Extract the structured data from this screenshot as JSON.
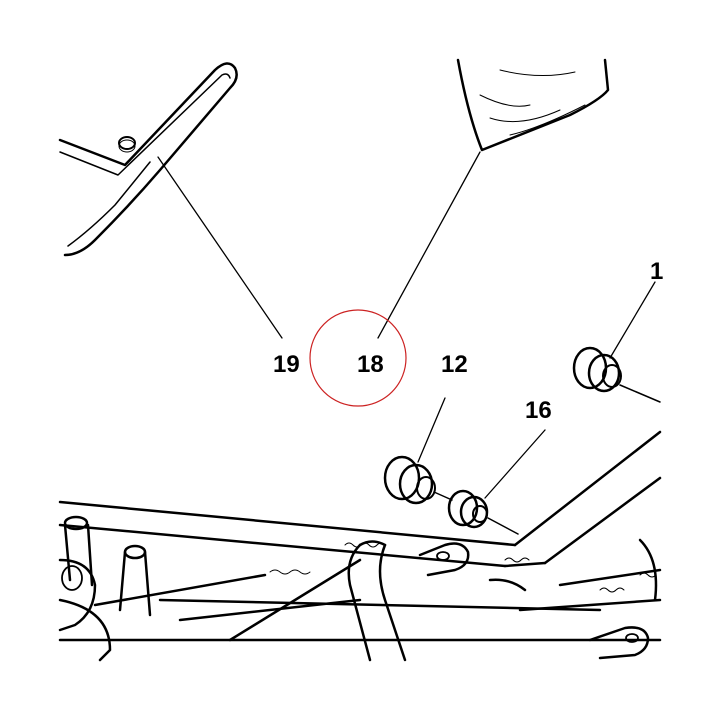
{
  "callouts": {
    "c19": "19",
    "c18": "18",
    "c12": "12",
    "c16": "16",
    "c1": "1"
  },
  "colors": {
    "line": "#000000",
    "highlight_circle": "#cc2222",
    "background": "#ffffff"
  }
}
